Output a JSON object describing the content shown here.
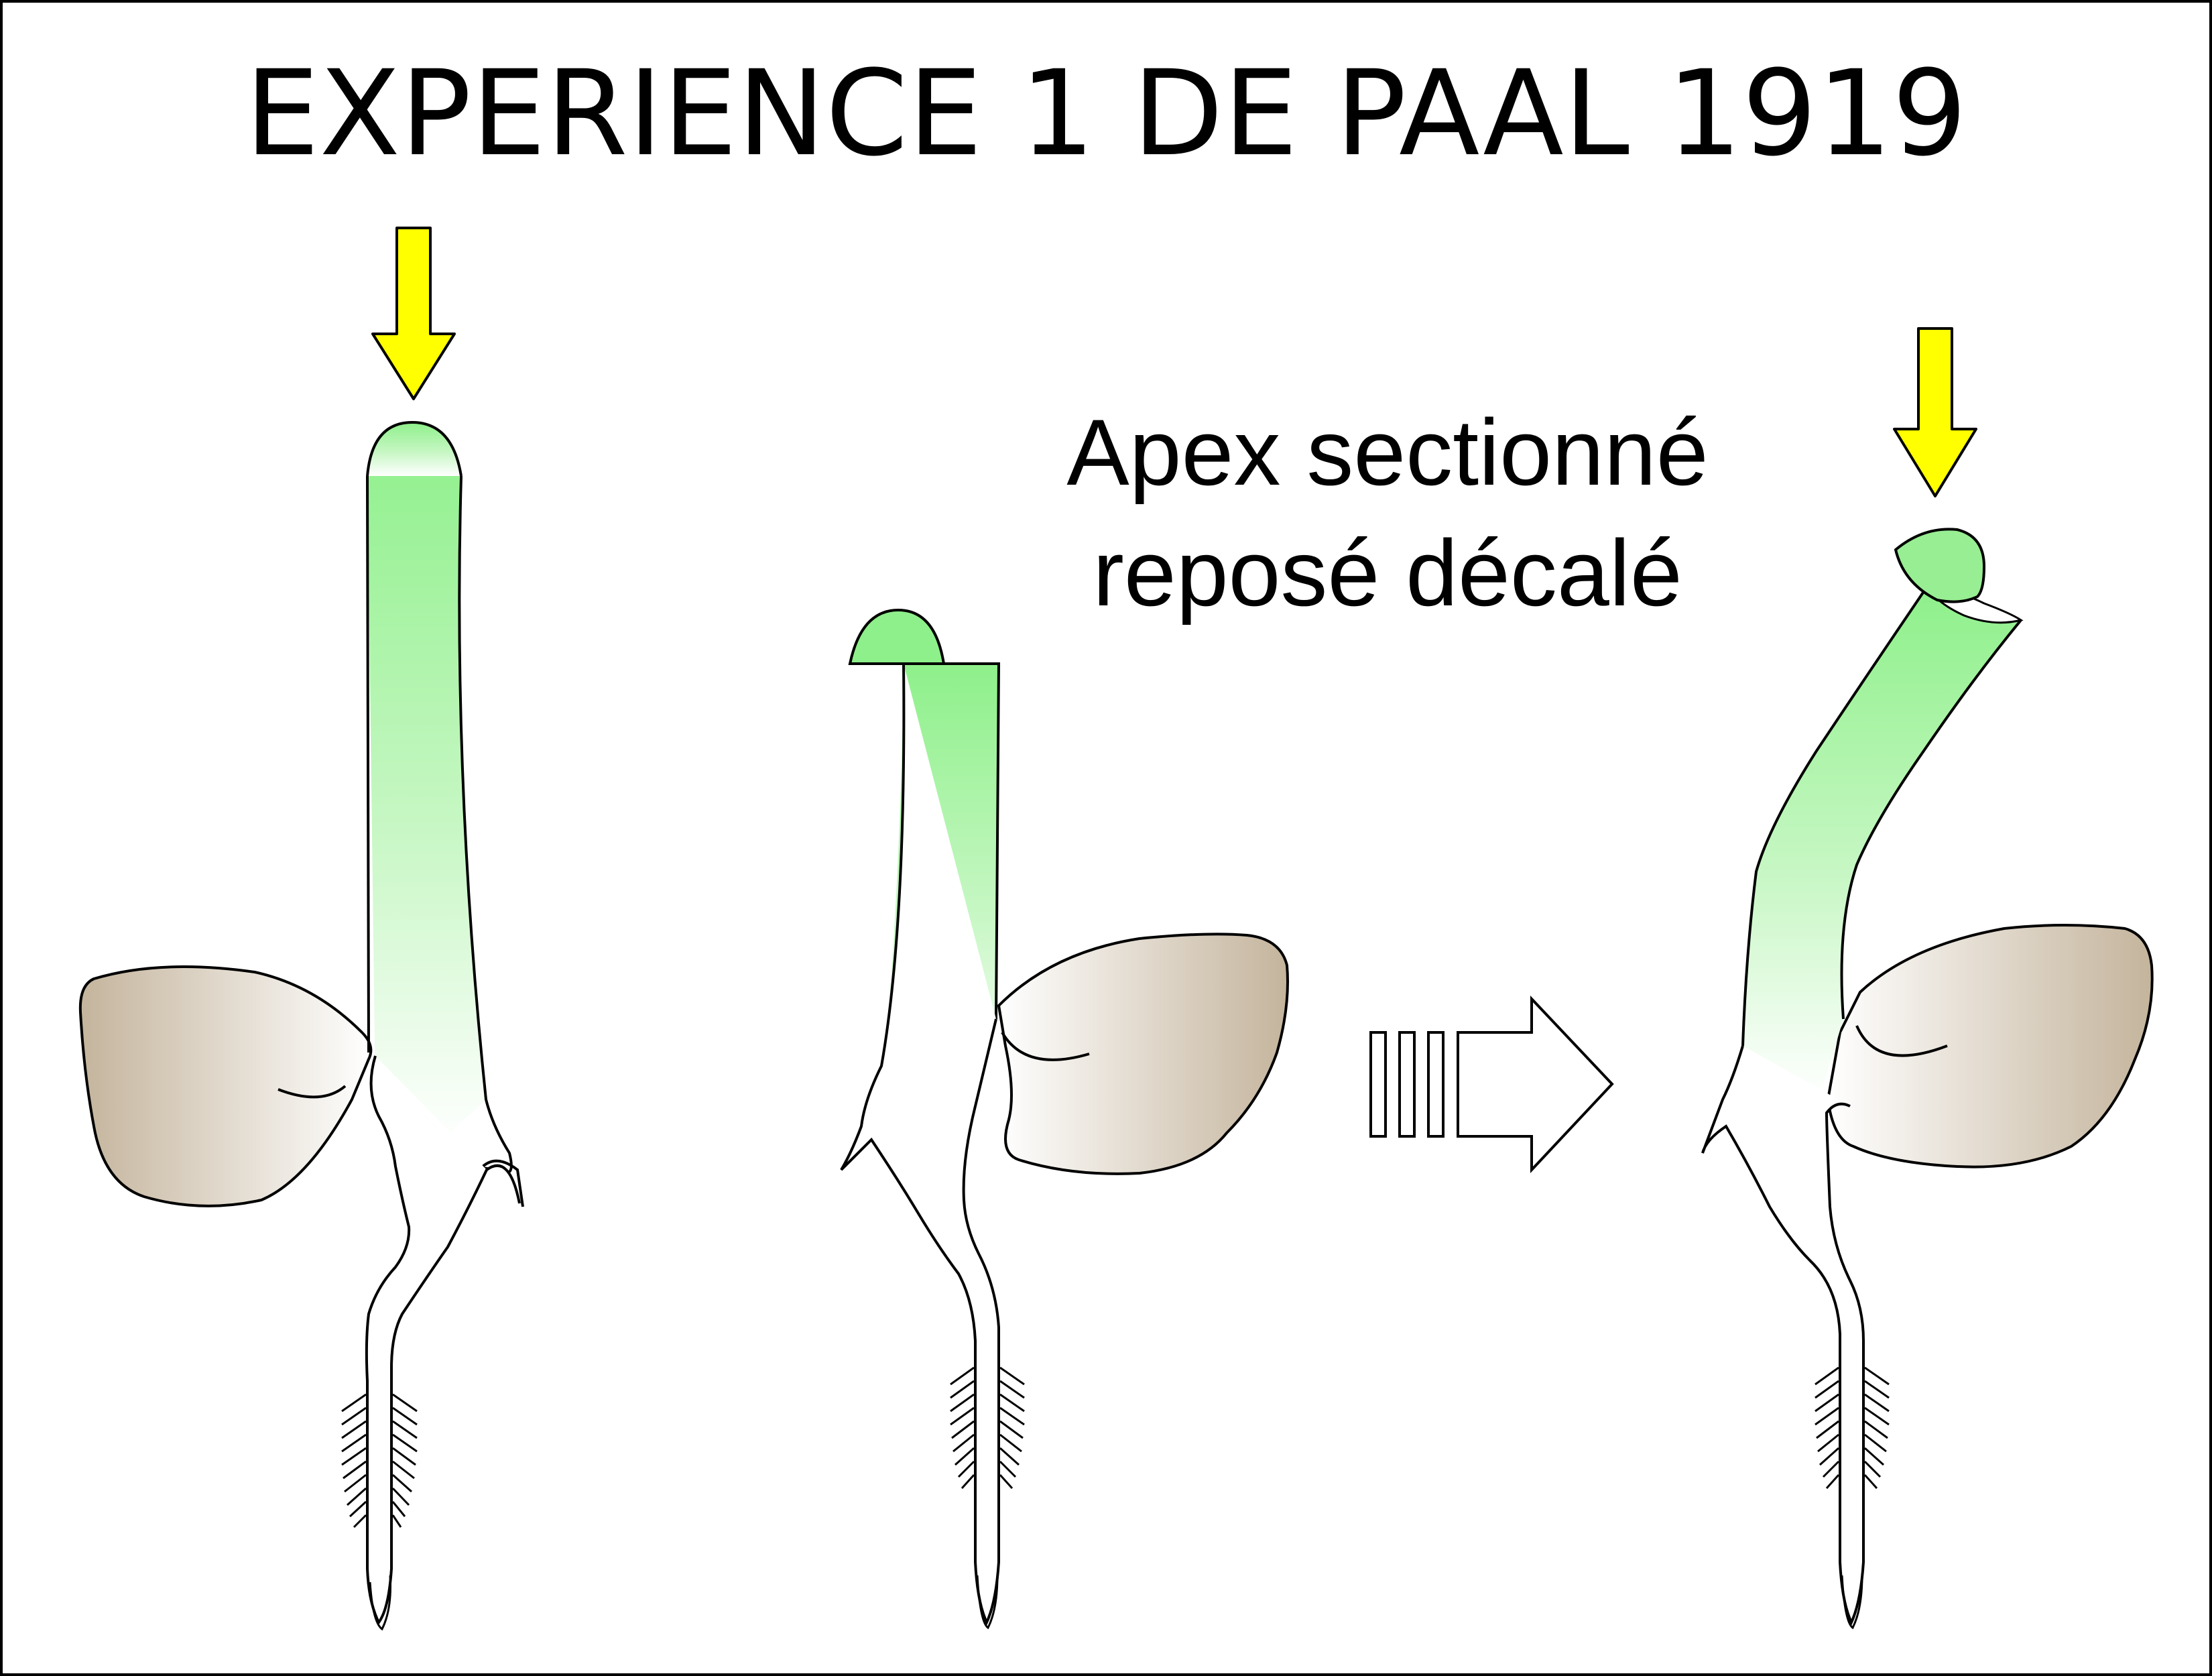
{
  "diagram": {
    "title": "EXPERIENCE 1 DE PAAL 1919",
    "caption_line1": "Apex sectionné",
    "caption_line2": "reposé décalé"
  },
  "colors": {
    "coleoptile_green": "#8ef08a",
    "seed_brown": "#c4b49c",
    "light_arrow_yellow": "#ffff00",
    "outline": "#000000"
  },
  "icons": {
    "light": "arrow-down",
    "transition": "striped-arrow-right"
  }
}
